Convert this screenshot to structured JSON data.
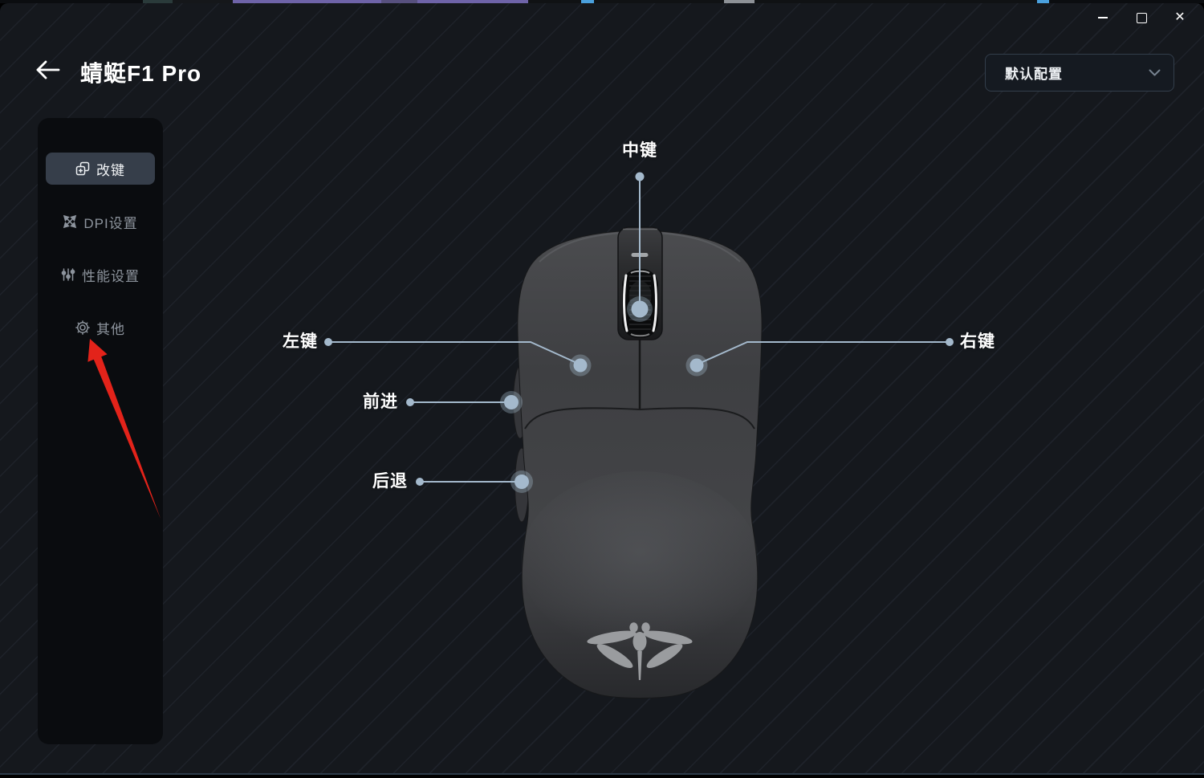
{
  "window": {
    "title": "蜻蜓F1 Pro",
    "controls": {
      "close": "✕"
    },
    "profile": {
      "value": "默认配置"
    }
  },
  "sidebar": {
    "items": [
      {
        "label": "改键",
        "icon": "remap-icon",
        "selected": true
      },
      {
        "label": "DPI设置",
        "icon": "dpi-icon",
        "selected": false
      },
      {
        "label": "性能设置",
        "icon": "sliders-icon",
        "selected": false
      },
      {
        "label": "其他",
        "icon": "gear-icon",
        "selected": false
      }
    ]
  },
  "annotation_arrow": {
    "color": "#e3231a",
    "points_to": "其他"
  },
  "mouse": {
    "callout_color": "#a4b9cc",
    "labels": {
      "middle": "中键",
      "left": "左键",
      "right": "右键",
      "forward": "前进",
      "back": "后退"
    }
  }
}
